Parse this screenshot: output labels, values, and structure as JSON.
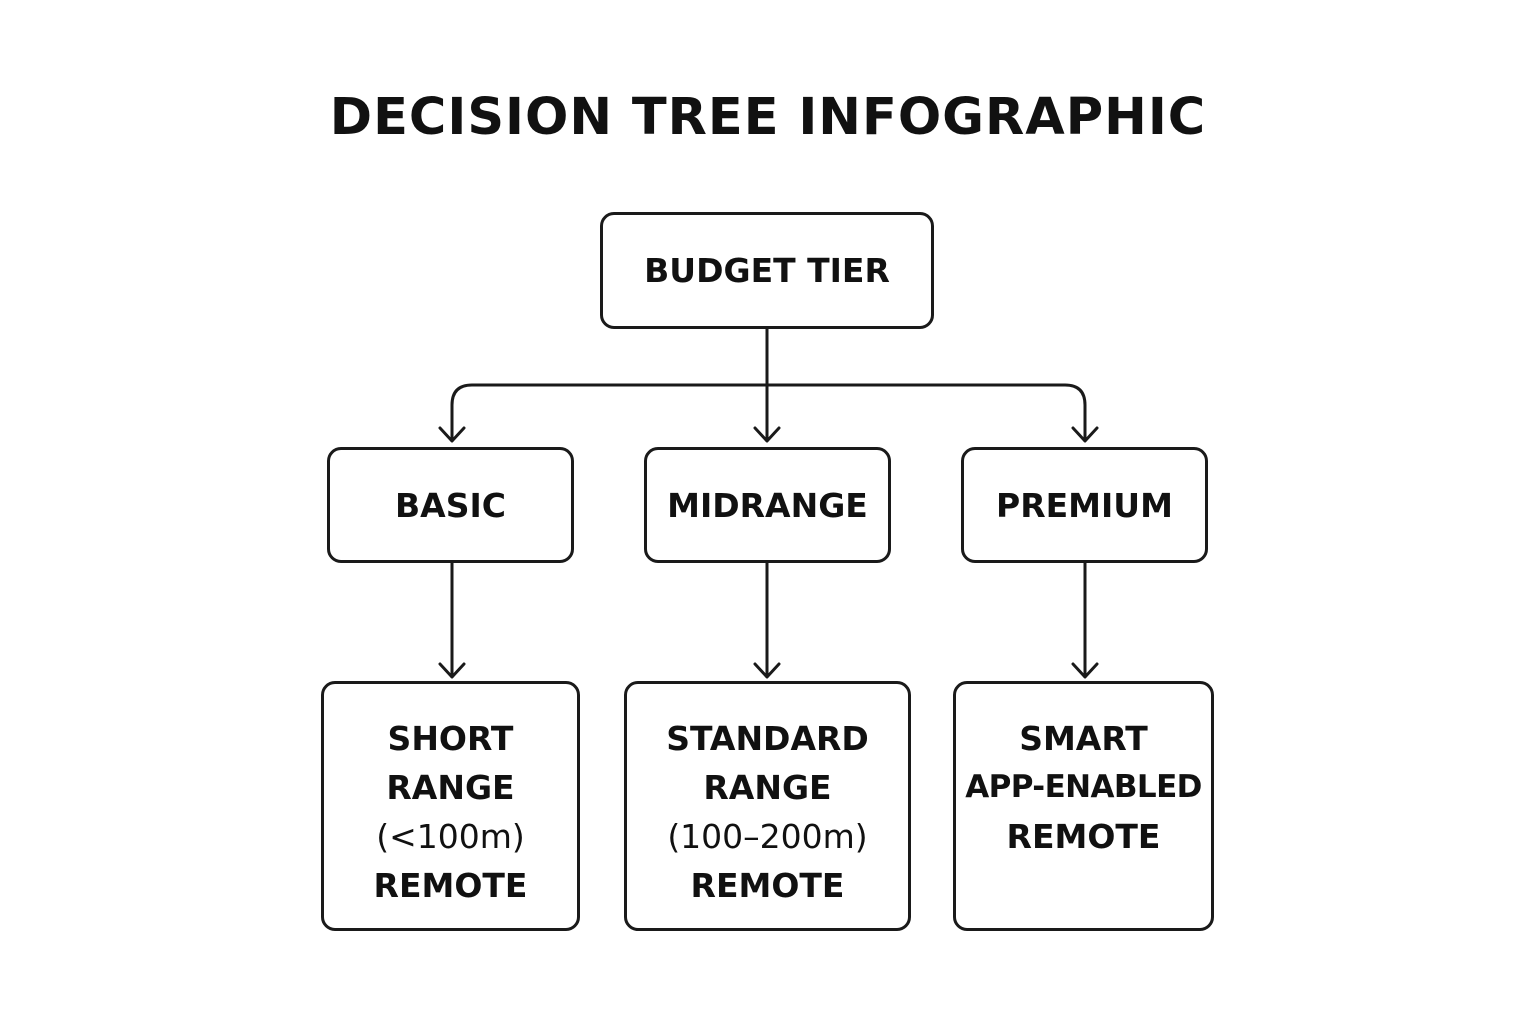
{
  "title": "DECISION TREE INFOGRAPHIC",
  "root": {
    "label": "BUDGET TIER"
  },
  "tiers": [
    {
      "label": "BASIC"
    },
    {
      "label": "MIDRANGE"
    },
    {
      "label": "PREMIUM"
    }
  ],
  "outcomes": [
    {
      "lines": [
        "SHORT",
        "RANGE",
        "(<100m)",
        "REMOTE"
      ]
    },
    {
      "lines": [
        "STANDARD",
        "RANGE",
        "(100–200m)",
        "REMOTE"
      ]
    },
    {
      "lines": [
        "SMART",
        "APP-ENABLED",
        "REMOTE"
      ]
    }
  ]
}
